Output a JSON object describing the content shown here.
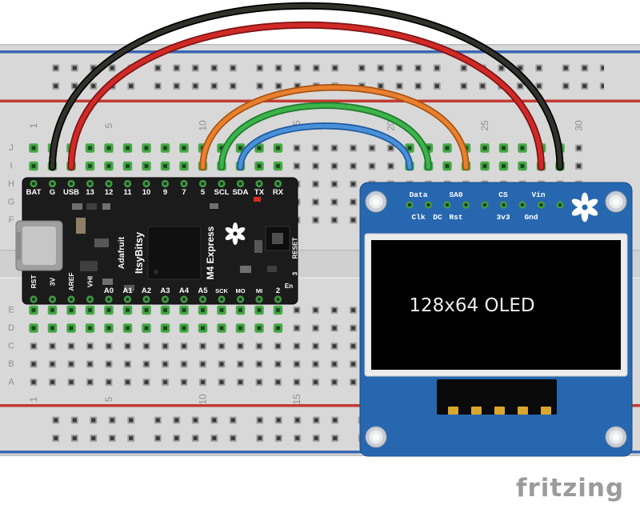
{
  "app": {
    "watermark": "fritzing"
  },
  "breadboard": {
    "row_letters_top": [
      "J",
      "I",
      "H",
      "G",
      "F"
    ],
    "row_letters_bottom": [
      "E",
      "D",
      "C",
      "B",
      "A"
    ],
    "column_numbers": [
      "1",
      "5",
      "10",
      "15",
      "20",
      "25",
      "30"
    ],
    "colors": {
      "body": "#d8d8d8",
      "rail_blue": "#3a67b5",
      "rail_red": "#c23a34",
      "connected_hole_green": "#45a845"
    }
  },
  "itsybitsy": {
    "board_color": "#1b1b1b",
    "brand": "Adafruit",
    "model": "ItsyBitsy",
    "variant": "M4 Express",
    "top_pin_labels": [
      "BAT",
      "G",
      "USB",
      "13",
      "12",
      "11",
      "10",
      "9",
      "7",
      "5",
      "SCL",
      "SDA",
      "TX",
      "RX"
    ],
    "bottom_pin_labels": [
      "RST",
      "3V",
      "AREF",
      "VHI",
      "A0",
      "A1",
      "A2",
      "A3",
      "A4",
      "A5",
      "SCK",
      "MO",
      "MI",
      "2"
    ],
    "reset_label": "RESET",
    "pin3_label": "3",
    "enable_label": "En"
  },
  "oled": {
    "board_color": "#2767b0",
    "pin_labels_row1": [
      "Data",
      "SA0",
      "CS",
      "Vin"
    ],
    "pin_labels_row2": [
      "Clk",
      "DC",
      "Rst",
      "3v3",
      "Gnd"
    ],
    "screen_text": "128x64 OLED"
  },
  "wires": {
    "black": {
      "core": "#32312b",
      "edge": "#000000"
    },
    "red": {
      "core": "#d02a26",
      "edge": "#7e1414"
    },
    "orange": {
      "core": "#e8802e",
      "edge": "#a85312"
    },
    "green": {
      "core": "#3cb44a",
      "edge": "#1f7a2d"
    },
    "blue": {
      "core": "#4a90d9",
      "edge": "#1d5a9e"
    }
  }
}
